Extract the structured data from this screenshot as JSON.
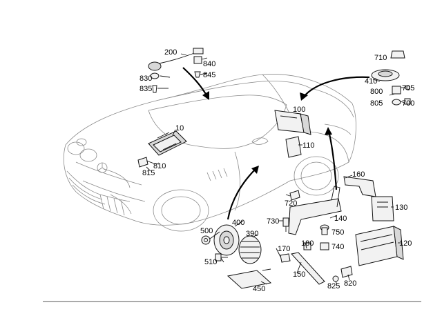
{
  "parts": {
    "p10": "10",
    "p100": "100",
    "p110": "110",
    "p120": "120",
    "p130": "130",
    "p140": "140",
    "p150": "150",
    "p160": "160",
    "p170": "170",
    "p180": "180",
    "p200": "200",
    "p390": "390",
    "p400": "400",
    "p410": "410",
    "p450": "450",
    "p500": "500",
    "p510": "510",
    "p700": "700",
    "p705": "705",
    "p710": "710",
    "p720": "720",
    "p730": "730",
    "p740": "740",
    "p750": "750",
    "p800": "800",
    "p805": "805",
    "p810": "810",
    "p815": "815",
    "p820": "820",
    "p825": "825",
    "p830": "830",
    "p835": "835",
    "p840": "840",
    "p845": "845"
  }
}
